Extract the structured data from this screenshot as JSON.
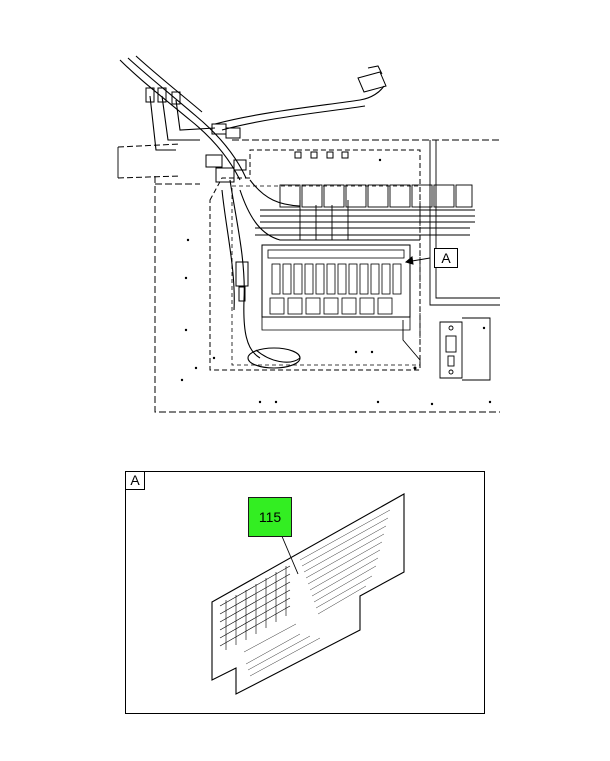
{
  "diagram": {
    "callout_letter": "A",
    "detail_letter": "A",
    "part_number": "115",
    "part_badge_color": "#33ee22"
  },
  "footer": {
    "left_code": "",
    "right_code": ""
  }
}
